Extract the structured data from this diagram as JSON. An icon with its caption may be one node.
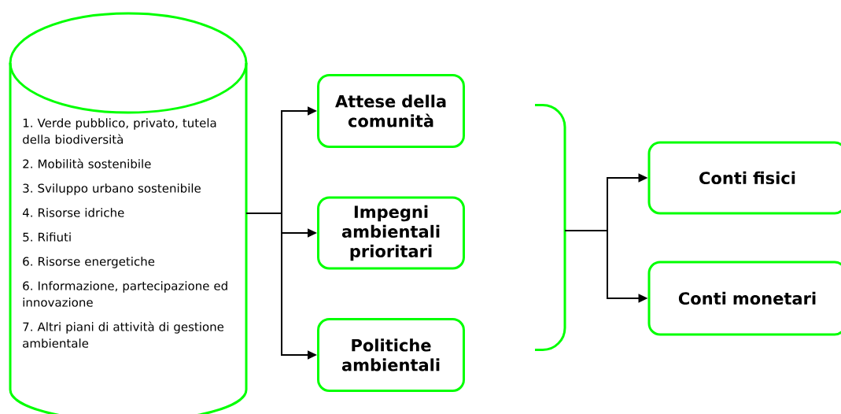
{
  "diagram": {
    "nodes": [
      {
        "text": [
          "1. Verde pubblico, privato, tutela della biodiversità",
          "2. Mobilità sostenibile",
          "3. Sviluppo urbano sostenibile",
          "4. Risorse idriche",
          "5. Rifiuti",
          "6. Risorse energetiche",
          "6. Informazione, partecipazione ed innovazione",
          "7. Altri piani di attività di gestione ambientale"
        ]
      },
      {
        "text": [
          "Attese della comunità"
        ]
      },
      {
        "text": [
          "Impegni ambientali prioritari"
        ]
      },
      {
        "text": [
          "Politiche ambientali"
        ]
      },
      {
        "text": [],
        "shape": "bracket"
      },
      {
        "text": [
          "Conti fisici"
        ]
      },
      {
        "text": [
          "Conti monetari"
        ]
      }
    ],
    "edges": [
      {
        "from": 0,
        "to": 1,
        "arrow": "to"
      },
      {
        "from": 0,
        "to": 2,
        "arrow": "to"
      },
      {
        "from": 0,
        "to": 3,
        "arrow": "to"
      },
      {
        "from": 4,
        "to": 5,
        "arrow": "to"
      },
      {
        "from": 4,
        "to": 6,
        "arrow": "to"
      }
    ]
  }
}
